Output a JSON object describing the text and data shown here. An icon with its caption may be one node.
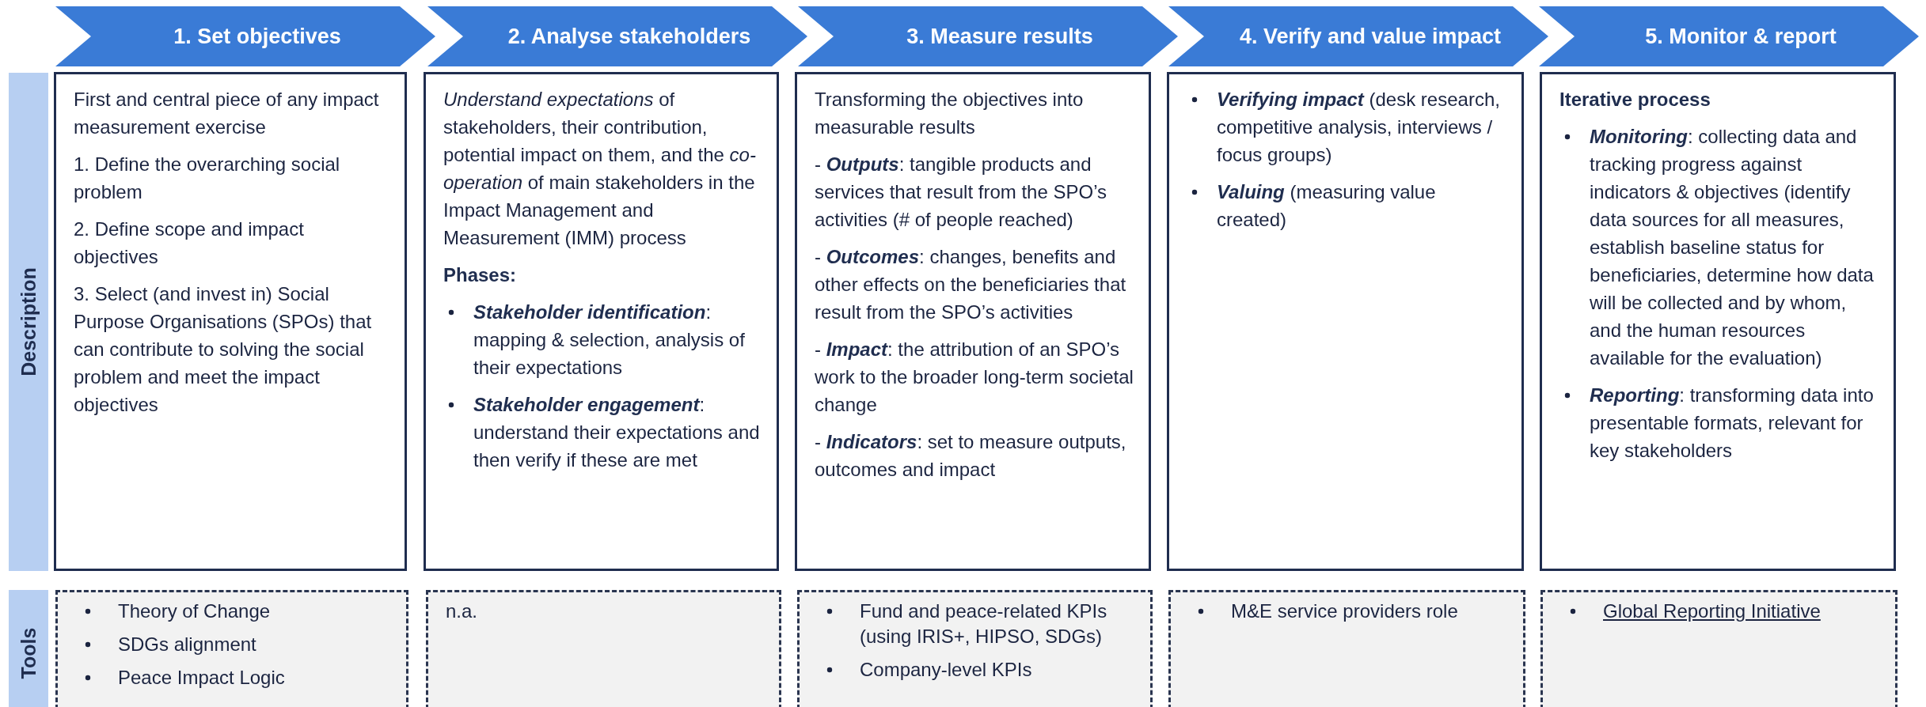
{
  "diagram": {
    "nodes": [
      {
        "text": [
          "1. Set objectives"
        ]
      },
      {
        "text": [
          "2. Analyse stakeholders"
        ]
      },
      {
        "text": [
          "3. Measure results"
        ]
      },
      {
        "text": [
          "4. Verify and value impact"
        ]
      },
      {
        "text": [
          "5. Monitor & report"
        ]
      },
      {
        "text": [
          "Description"
        ]
      },
      {
        "text": [
          "Tools"
        ]
      },
      {
        "text": [
          "First and central piece of any impact measurement exercise",
          "1. Define the overarching social problem",
          "2. Define scope and impact objectives",
          "3. Select (and invest in) Social Purpose Organisations (SPOs) that can contribute to solving the social problem and meet the impact objectives"
        ]
      },
      {
        "text": [
          "*Understand expectations* of stakeholders, their contribution, potential impact on them, and the *co-operation* of main stakeholders in the Impact Management and Measurement (IMM) process",
          "Phases:",
          "**Stakeholder identification**: mapping & selection, analysis of their expectations",
          "**Stakeholder engagement**: understand their expectations and then verify if these are met"
        ]
      },
      {
        "text": [
          "Transforming the objectives into measurable results",
          "- **Outputs**: tangible products and services that result from the SPO’s activities (# of people reached)",
          "- **Outcomes**: changes, benefits and other effects on the beneficiaries that result from the SPO’s activities",
          "- **Impact**: the attribution of an SPO’s work to the broader long-term societal change",
          "- **Indicators**: set to measure outputs, outcomes and impact"
        ]
      },
      {
        "text": [
          "**Verifying impact** (desk research, competitive analysis, interviews / focus groups)",
          "**Valuing** (measuring value created)"
        ]
      },
      {
        "text": [
          "Iterative process",
          "**Monitoring**: collecting data and tracking progress against indicators & objectives (identify data sources for all measures, establish baseline status for beneficiaries, determine how data will be collected and by whom, and the human resources available for the evaluation)",
          "**Reporting**: transforming data into presentable formats, relevant for key stakeholders"
        ]
      },
      {
        "text": [
          "Theory of Change",
          "SDGs alignment",
          "Peace Impact Logic"
        ]
      },
      {
        "text": [
          "n.a."
        ]
      },
      {
        "text": [
          "Fund and peace-related KPIs (using IRIS+, HIPSO, SDGs)",
          "Company-level KPIs"
        ]
      },
      {
        "text": [
          "M&E service providers role"
        ]
      },
      {
        "text": [
          "Global Reporting Initiative"
        ]
      }
    ]
  }
}
